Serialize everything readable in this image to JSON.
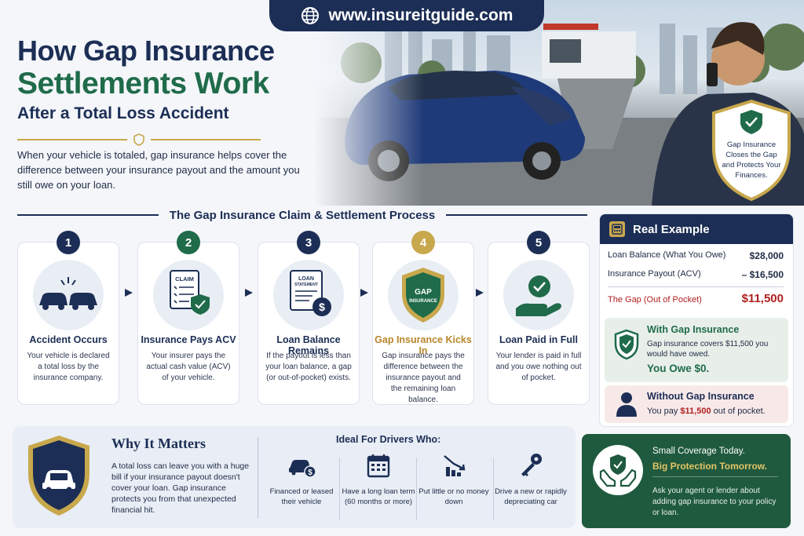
{
  "header": {
    "url": "www.insureitguide.com",
    "title_line1": "How Gap Insurance",
    "title_line2": "Settlements Work",
    "subtitle": "After a Total Loss Accident",
    "intro": "When your vehicle is totaled, gap insurance helps cover the difference between your insurance payout and the amount you still owe on your loan."
  },
  "hero_badge": "Gap Insurance Closes the Gap and Protects Your Finances.",
  "process": {
    "heading": "The Gap Insurance Claim & Settlement Process",
    "steps": [
      {
        "num": "1",
        "title": "Accident Occurs",
        "desc": "Your vehicle is declared a total loss by the insurance company."
      },
      {
        "num": "2",
        "title": "Insurance Pays ACV",
        "icon_text": "CLAIM",
        "desc": "Your insurer pays the actual cash value (ACV) of your vehicle."
      },
      {
        "num": "3",
        "title": "Loan Balance Remains",
        "icon_text": "LOAN STATEMENT",
        "desc": "If the payout is less than your loan balance, a gap (or out-of-pocket) exists."
      },
      {
        "num": "4",
        "title": "Gap Insurance Kicks In",
        "icon_text": "GAP INSURANCE",
        "desc": "Gap insurance pays the difference between the insurance payout and the remaining loan balance."
      },
      {
        "num": "5",
        "title": "Loan Paid in Full",
        "desc": "Your lender is paid in full and you owe nothing out of pocket."
      }
    ]
  },
  "example": {
    "heading": "Real Example",
    "rows": [
      {
        "label": "Loan Balance (What You Owe)",
        "value": "$28,000"
      },
      {
        "label": "Insurance Payout (ACV)",
        "value": "– $16,500"
      }
    ],
    "gap_label": "The Gap (Out of Pocket)",
    "gap_value": "$11,500",
    "with": {
      "heading": "With Gap Insurance",
      "desc": "Gap insurance covers $11,500 you would have owed.",
      "owe": "You Owe $0."
    },
    "without": {
      "heading": "Without Gap Insurance",
      "desc_pre": "You pay ",
      "amount": "$11,500",
      "desc_post": " out of pocket."
    }
  },
  "why": {
    "heading": "Why It Matters",
    "desc": "A total loss can leave you with a huge bill if your insurance payout doesn't cover your loan. Gap insurance protects you from that unexpected financial hit.",
    "ideal_heading": "Ideal For Drivers Who:",
    "ideal": [
      {
        "icon": "car-dollar-icon",
        "text": "Financed or leased their vehicle"
      },
      {
        "icon": "calendar-icon",
        "text": "Have a long loan term (60 months or more)"
      },
      {
        "icon": "down-chart-icon",
        "text": "Put little or no money down"
      },
      {
        "icon": "key-icon",
        "text": "Drive a new or rapidly depreciating car"
      }
    ]
  },
  "cta": {
    "line1": "Small Coverage Today.",
    "line2": "Big Protection Tomorrow.",
    "desc": "Ask your agent or lender about adding gap insurance to your policy or loan."
  },
  "colors": {
    "navy": "#1c2e55",
    "green": "#1f6b4a",
    "gold": "#c8a84d",
    "red": "#b0201f"
  }
}
